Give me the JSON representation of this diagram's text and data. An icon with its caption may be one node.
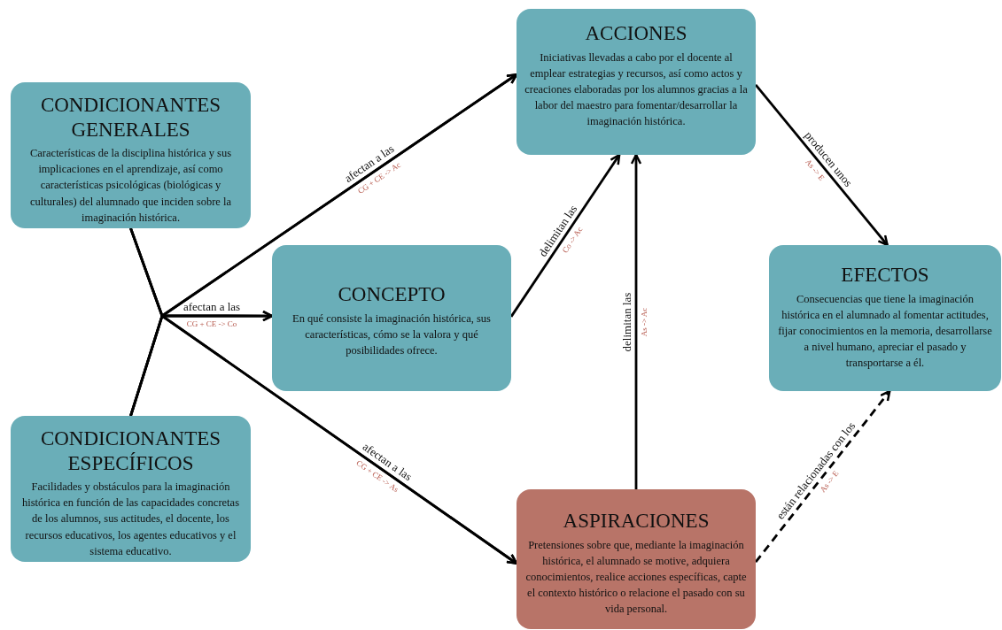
{
  "diagram": {
    "nodes": [
      {
        "text": [
          "ACCIONES",
          "Iniciativas llevadas a cabo por el docente al emplear estrategias y recursos, así como actos y creaciones elaboradas por los alumnos gracias a la labor del maestro para fomentar/desarrollar la imaginación histórica."
        ]
      },
      {
        "text": [
          "CONDICIONANTES GENERALES",
          "Características de la disciplina histórica y sus implicaciones en el aprendizaje, así como características psicológicas (biológicas y culturales) del alumnado que inciden sobre la imaginación histórica."
        ]
      },
      {
        "text": [
          "CONCEPTO",
          "En qué consiste la imaginación histórica, sus características, cómo se la valora y qué posibilidades ofrece."
        ]
      },
      {
        "text": [
          "EFECTOS",
          "Consecuencias que tiene la imaginación histórica en el alumnado al fomentar actitudes, fijar conocimientos en la memoria, desarrollarse a nivel humano, apreciar el pasado y transportarse a él."
        ]
      },
      {
        "text": [
          "CONDICIONANTES ESPECÍFICOS",
          "Facilidades y obstáculos para la imaginación histórica en función de las capacidades concretas de los alumnos, sus actitudes, el docente, los recursos educativos, los agentes educativos y el sistema educativo."
        ]
      },
      {
        "text": [
          "ASPIRACIONES",
          "Pretensiones sobre que, mediante la imaginación histórica, el alumnado se motive, adquiera conocimientos, realice acciones específicas, capte el contexto histórico o relacione el pasado con su vida personal."
        ]
      }
    ],
    "edges": [
      {
        "from": 1,
        "to": 0,
        "arrow": "to",
        "label": "afectan a las"
      },
      {
        "from": 4,
        "to": 0,
        "arrow": "to"
      },
      {
        "from": 1,
        "to": 2,
        "arrow": "to",
        "label": "afectan a las"
      },
      {
        "from": 4,
        "to": 2,
        "arrow": "to"
      },
      {
        "from": 1,
        "to": 5,
        "arrow": "to",
        "label": "afectan a las"
      },
      {
        "from": 4,
        "to": 5,
        "arrow": "to"
      },
      {
        "from": 2,
        "to": 0,
        "arrow": "to",
        "label": "delimitan las"
      },
      {
        "from": 5,
        "to": 0,
        "arrow": "to",
        "label": "delimitan las"
      },
      {
        "from": 0,
        "to": 3,
        "arrow": "to",
        "label": "producen unos"
      },
      {
        "from": 5,
        "to": 3,
        "arrow": "to",
        "label": "están relacionadas con los",
        "style": "dashed"
      }
    ],
    "labels": [
      "CG + CE -> Ac",
      "CG + CE -> Co",
      "CG + CE -> As",
      "Co -> Ac",
      "As -> Ac",
      "As -> E",
      "As -> E"
    ]
  }
}
